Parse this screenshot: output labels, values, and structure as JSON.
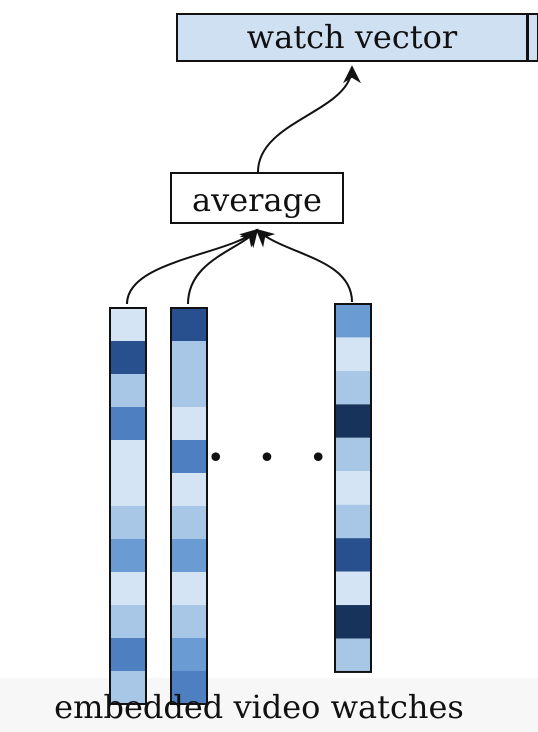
{
  "nodes": {
    "output": "watch vector",
    "operation": "average"
  },
  "footer_caption": "embedded video watches",
  "ellipsis": "• • •",
  "colors": {
    "output_fill": "#cfe0f3",
    "stroke": "#111111",
    "palette": [
      "#d4e4f4",
      "#a8c7e6",
      "#6a9bd2",
      "#4d7fc1",
      "#28508f",
      "#17335c"
    ]
  },
  "embeddings": [
    [
      0,
      4,
      1,
      3,
      0,
      0,
      1,
      2,
      0,
      1,
      3,
      1
    ],
    [
      4,
      1,
      1,
      0,
      3,
      0,
      1,
      2,
      0,
      1,
      2,
      3
    ],
    [
      2,
      0,
      1,
      5,
      1,
      0,
      1,
      4,
      0,
      5,
      1
    ]
  ]
}
